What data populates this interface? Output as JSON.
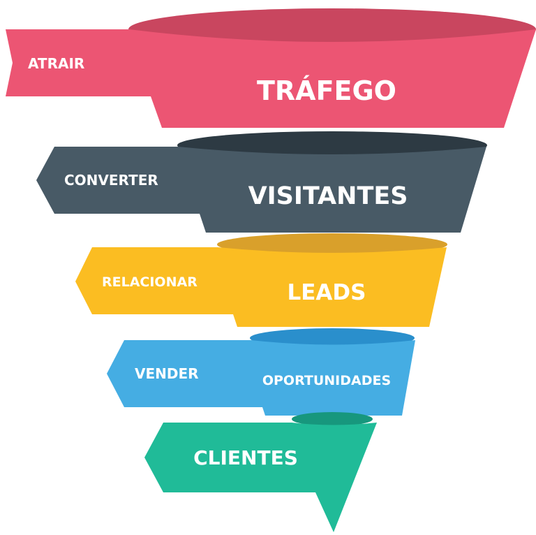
{
  "funnel": {
    "stages": [
      {
        "action": "ATRAIR",
        "label": "TRÁFEGO",
        "color": "#EC5573",
        "top_color": "#C9465F"
      },
      {
        "action": "CONVERTER",
        "label": "VISITANTES",
        "color": "#485A66",
        "top_color": "#2D3A43"
      },
      {
        "action": "RELACIONAR",
        "label": "LEADS",
        "color": "#FBBD22",
        "top_color": "#D9A02B"
      },
      {
        "action": "VENDER",
        "label": "OPORTUNIDADES",
        "color": "#45ADE3",
        "top_color": "#2A8FCC"
      },
      {
        "action": "",
        "label": "CLIENTES",
        "color": "#20BB98",
        "top_color": "#17977D"
      }
    ]
  }
}
